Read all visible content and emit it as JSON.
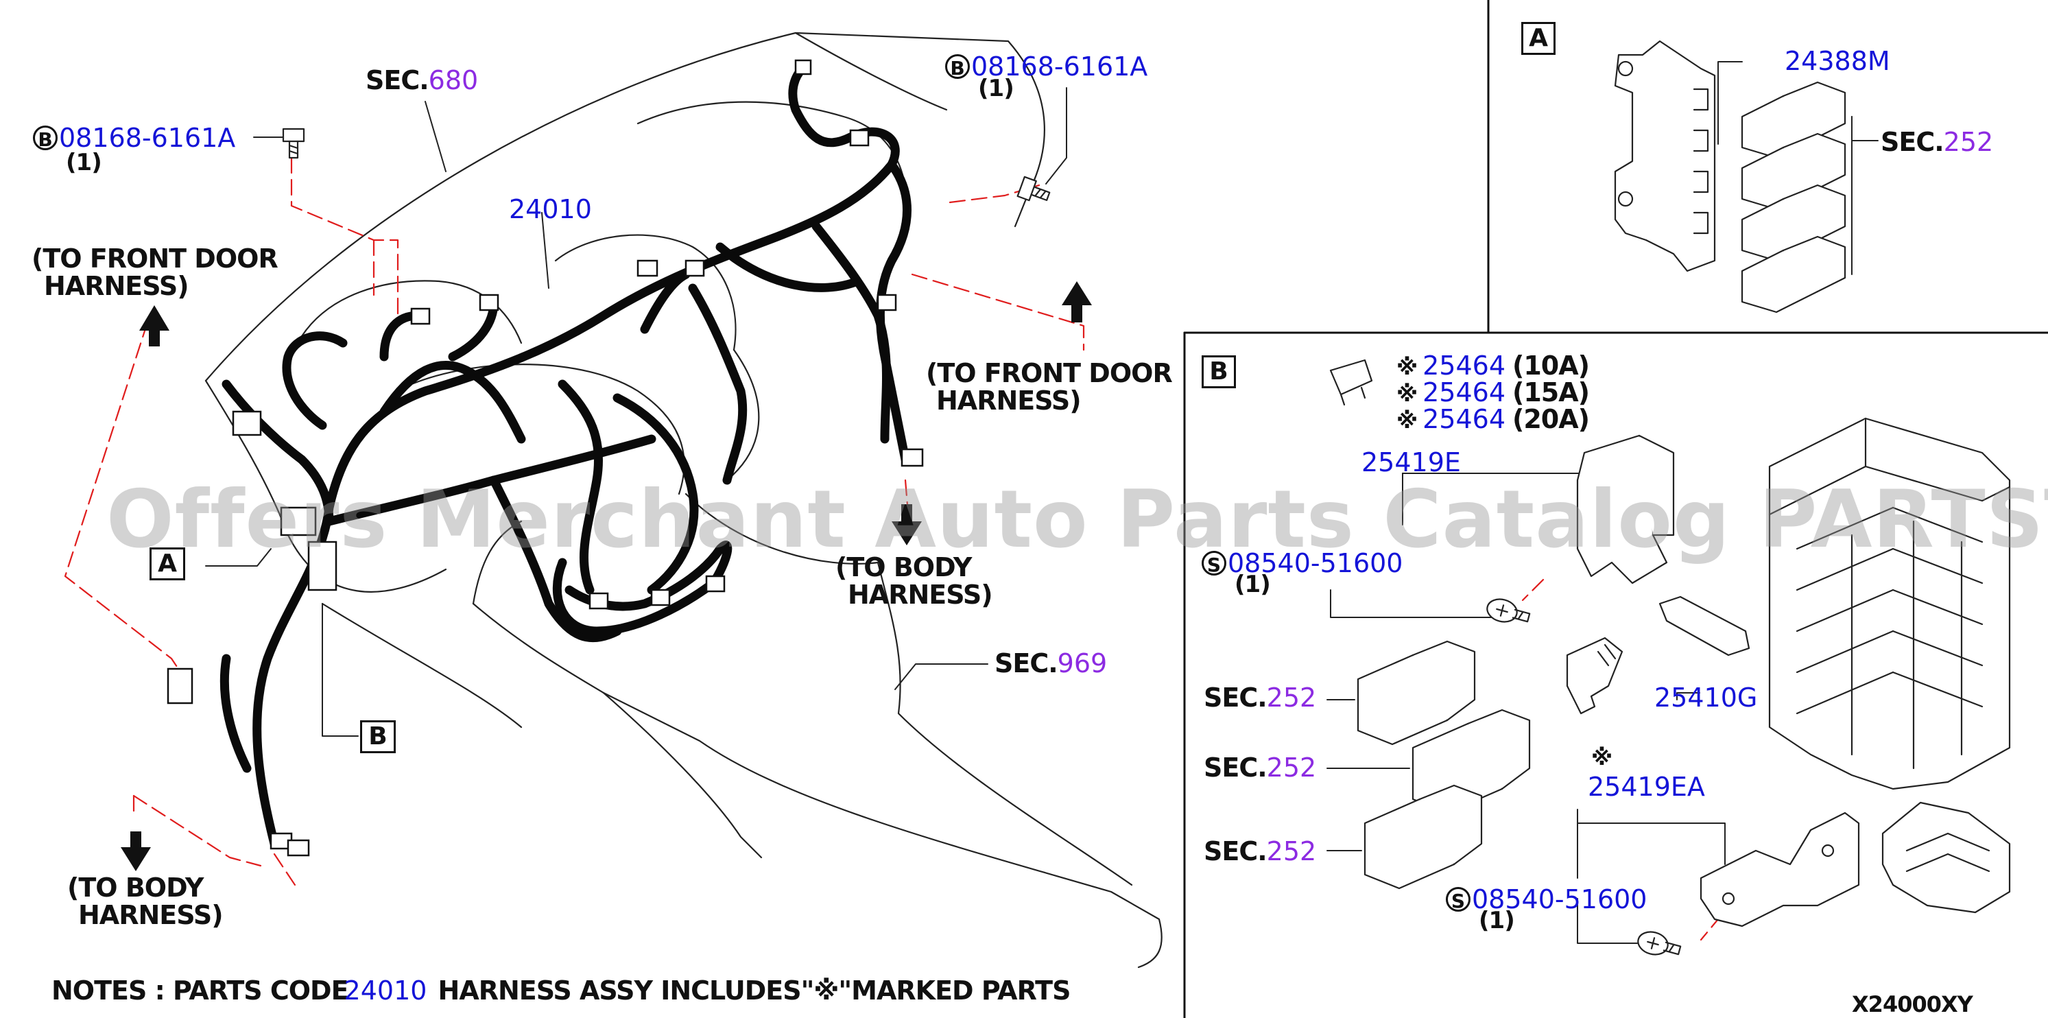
{
  "diagram_code": "X24000XY",
  "watermark": "Offers Merchant Auto Parts Catalog PARTSTORE.SA",
  "notes": {
    "prefix": "NOTES : PARTS CODE",
    "code": "24010",
    "suffix": "HARNESS ASSY INCLUDES\"※\"MARKED PARTS"
  },
  "sec_prefix": "SEC.",
  "callouts": {
    "harness_main": "24010",
    "sec_680": "680",
    "sec_969": "969",
    "bolt_left": {
      "marker": "B",
      "part": "08168-6161A",
      "qty": "(1)"
    },
    "bolt_right": {
      "marker": "B",
      "part": "08168-6161A",
      "qty": "(1)"
    },
    "front_door_left": {
      "line1": "(TO FRONT DOOR",
      "line2": "HARNESS)"
    },
    "front_door_right": {
      "line1": "(TO FRONT DOOR",
      "line2": "HARNESS)"
    },
    "body_center": {
      "line1": "(TO BODY",
      "line2": "HARNESS)"
    },
    "body_left": {
      "line1": "(TO BODY",
      "line2": "HARNESS)"
    },
    "box_a": "A",
    "box_b": "B"
  },
  "panel_a": {
    "label": "A",
    "bracket_part": "24388M",
    "relay_sec": "252"
  },
  "panel_b": {
    "label": "B",
    "asterisk": "※",
    "fuses": [
      {
        "part": "25464",
        "rating": "(10A)"
      },
      {
        "part": "25464",
        "rating": "(15A)"
      },
      {
        "part": "25464",
        "rating": "(20A)"
      }
    ],
    "bracket_top": "25419E",
    "screw_top": {
      "marker": "S",
      "part": "08540-51600",
      "qty": "(1)"
    },
    "clip": "25410G",
    "relay_secs": [
      "252",
      "252",
      "252"
    ],
    "bracket_bottom": "25419EA",
    "screw_bottom": {
      "marker": "S",
      "part": "08540-51600",
      "qty": "(1)"
    }
  }
}
